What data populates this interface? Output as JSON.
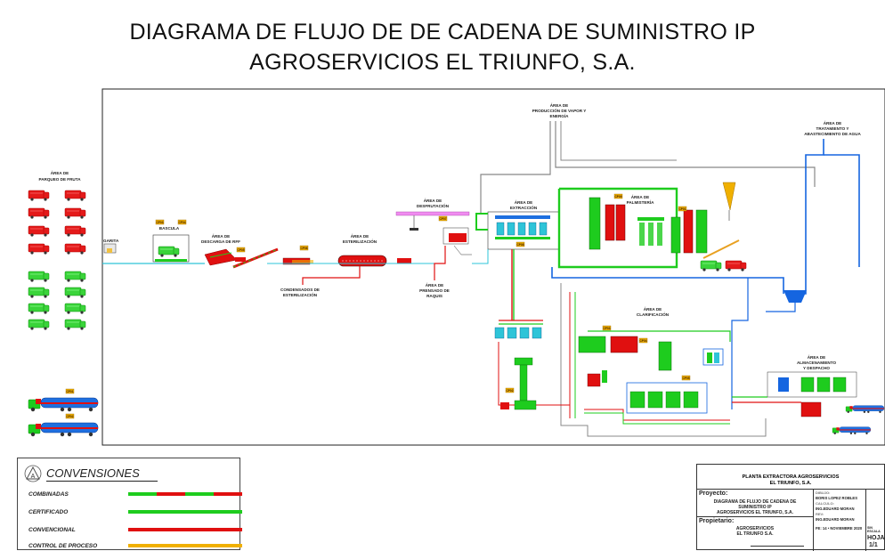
{
  "title": {
    "line1": "DIAGRAMA DE FLUJO DE DE CADENA DE SUMINISTRO IP",
    "line2": "AGROSERVICIOS EL TRIUNFO, S.A."
  },
  "areas": {
    "parqueo": [
      "ÁREA DE",
      "PARQUEO DE FRUTA"
    ],
    "garita": "GARITA",
    "bascula": "BASCULA",
    "descarga": [
      "ÁREA DE",
      "DESCARGA DE RFF"
    ],
    "esterilizacion": [
      "ÁREA DE",
      "ESTERILIZACIÓN"
    ],
    "condensados": [
      "CONDENSADOS DE",
      "ESTERILIZACIÓN"
    ],
    "desfrutacion": [
      "ÁREA DE",
      "DESFRUTACIÓN"
    ],
    "prensado": [
      "ÁREA DE",
      "PRENSADO DE",
      "RAQUIS"
    ],
    "extraccion": [
      "ÁREA DE",
      "EXTRACCIÓN"
    ],
    "vapor": [
      "ÁREA DE",
      "PRODUCCIÓN DE VAPOR Y",
      "ENERGÍA"
    ],
    "palmisteria": [
      "ÁREA DE",
      "PALMISTERÍA"
    ],
    "agua": [
      "ÁREA DE",
      "TRATAMIENTO Y",
      "ABASTECIMIENTO DE AGUA"
    ],
    "clarificacion": [
      "ÁREA DE",
      "CLARIFICACIÓN"
    ],
    "almacenamiento": [
      "ÁREA DE",
      "ALMACENAMIENTO",
      "Y DESPACHO"
    ]
  },
  "ccp_tags": [
    "CP01",
    "CP02",
    "CP03",
    "CP04",
    "CP05",
    "CP06",
    "CP07",
    "CP08",
    "CP09"
  ],
  "legend": {
    "header": "CONVENSIONES",
    "items": [
      {
        "label": "COMBINADAS",
        "colors": [
          "#1ecc1e",
          "#e01010",
          "#1ecc1e",
          "#e01010"
        ]
      },
      {
        "label": "CERTIFICADO",
        "colors": [
          "#1ecc1e"
        ]
      },
      {
        "label": "CONVENCIONAL",
        "colors": [
          "#e01010"
        ]
      },
      {
        "label": "CONTROL DE PROCESO",
        "colors": [
          "#f0b000"
        ]
      }
    ]
  },
  "title_block": {
    "company_line1": "PLANTA EXTRACTORA AGROSERVICIOS",
    "company_line2": "EL TRIUNFO, S.A.",
    "proyecto_label": "Proyecto:",
    "proyecto_value": [
      "DIAGRAMA DE FLUJO DE CADENA DE",
      "SUMINISTRO IP",
      "AGROSERVICIOS EL TRIUNFO, S.A."
    ],
    "propietario_label": "Propietario:",
    "propietario_value": [
      "AGROSERVICIOS",
      "EL TRIUNFO S.A."
    ],
    "dibujo_label": "DIBUJO:",
    "dibujo_value": "BORIS LOPEZ ROBLES",
    "calculo_label": "CALCULO:",
    "calculo_value": "ING.EDUARD MORAN",
    "rev_label": "REV:",
    "rev_value": "ING.EDUARD MORAN",
    "fecha_value": "FE: 14 • NOVIEMBRE 2020",
    "escala_value": "SIN ESCALA",
    "hoja_label": "HOJA",
    "hoja_value": "1/1"
  },
  "colors": {
    "certificado": "#1ecc1e",
    "convencional": "#e01010",
    "control_proceso": "#f0b000",
    "agua_vapor": "#1565e0",
    "proceso": "#2ec4d8",
    "linea_gris": "#888888"
  }
}
